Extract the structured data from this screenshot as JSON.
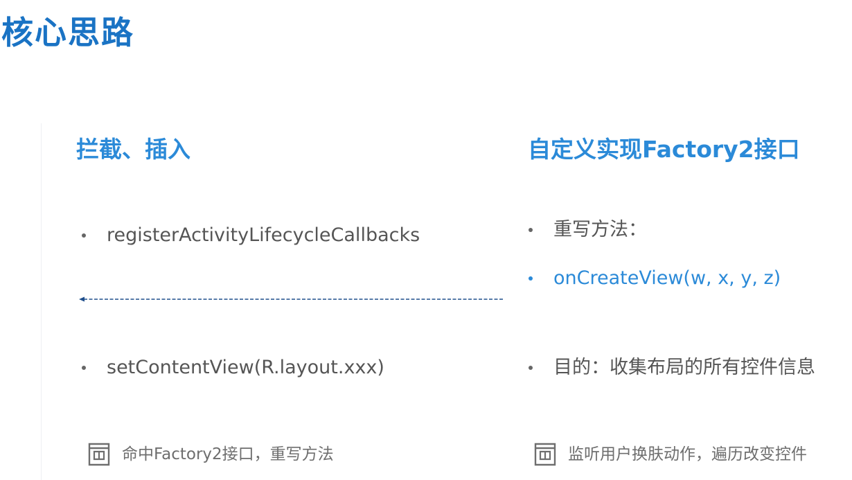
{
  "title": "核心思路",
  "left": {
    "heading": "拦截、插入",
    "bullets": [
      "registerActivityLifecycleCallbacks",
      "setContentView(R.layout.xxx)"
    ],
    "note": "命中Factory2接口，重写方法"
  },
  "right": {
    "heading": "自定义实现Factory2接口",
    "bullets": [
      "重写方法：",
      "onCreateView(w, x, y, z)",
      "目的：收集布局的所有控件信息"
    ],
    "note": "监听用户换肤动作，遍历改变控件"
  },
  "icons": {
    "arrow": "arrow-left-dashed-icon",
    "note": "archive-box-icon"
  },
  "colors": {
    "title": "#1a73c4",
    "heading": "#2b8ad8",
    "highlight": "#2b8ad8",
    "body_text": "#555555",
    "note_text": "#6e6e6e",
    "arrow": "#1f4e8c"
  }
}
